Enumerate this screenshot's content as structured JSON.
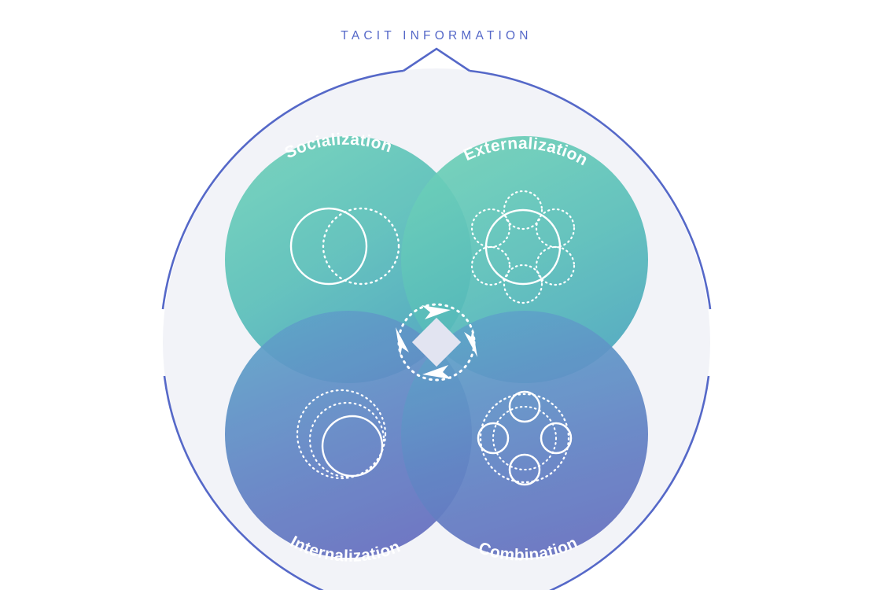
{
  "diagram": {
    "title": "TACIT INFORMATION",
    "type": "seci-knowledge-conversion-model",
    "outer_ring": {
      "name": "tacit-information-boundary",
      "stroke_color": "#5568c8",
      "fill_color": "#f2f3f8",
      "has_top_chevron": true,
      "has_side_gaps": true
    },
    "center": {
      "name": "knowledge-conversion-cycle",
      "arrow_count": 4,
      "rotation": "clockwise",
      "diamond_color": "#e2e4f1",
      "ring_style": "dotted",
      "stroke_color": "#ffffff"
    },
    "quadrants": [
      {
        "id": "socialization",
        "label": "Socialization",
        "position": "top-left",
        "icon": "two-overlapping-circles-icon",
        "gradient_from": "#72dbbd",
        "gradient_to": "#55b9c0",
        "label_color": "#ffffff"
      },
      {
        "id": "externalization",
        "label": "Externalization",
        "position": "top-right",
        "icon": "circle-with-six-satellites-icon",
        "gradient_from": "#6fd9bc",
        "gradient_to": "#54b8c2",
        "label_color": "#ffffff"
      },
      {
        "id": "internalization",
        "label": "Internalization",
        "position": "bottom-left",
        "icon": "three-offset-concentric-circles-icon",
        "gradient_from": "#67a6cf",
        "gradient_to": "#6a79c6",
        "label_color": "#ffffff"
      },
      {
        "id": "combination",
        "label": "Combination",
        "position": "bottom-right",
        "icon": "ring-with-four-nodes-icon",
        "gradient_from": "#67a6cf",
        "gradient_to": "#6a79c6",
        "label_color": "#ffffff"
      }
    ],
    "colors": {
      "background": "#ffffff",
      "accent_blue": "#5568c8",
      "inner_backdrop": "#f2f3f8",
      "teal": "#6fd9bc",
      "periwinkle": "#6a87cc"
    }
  }
}
